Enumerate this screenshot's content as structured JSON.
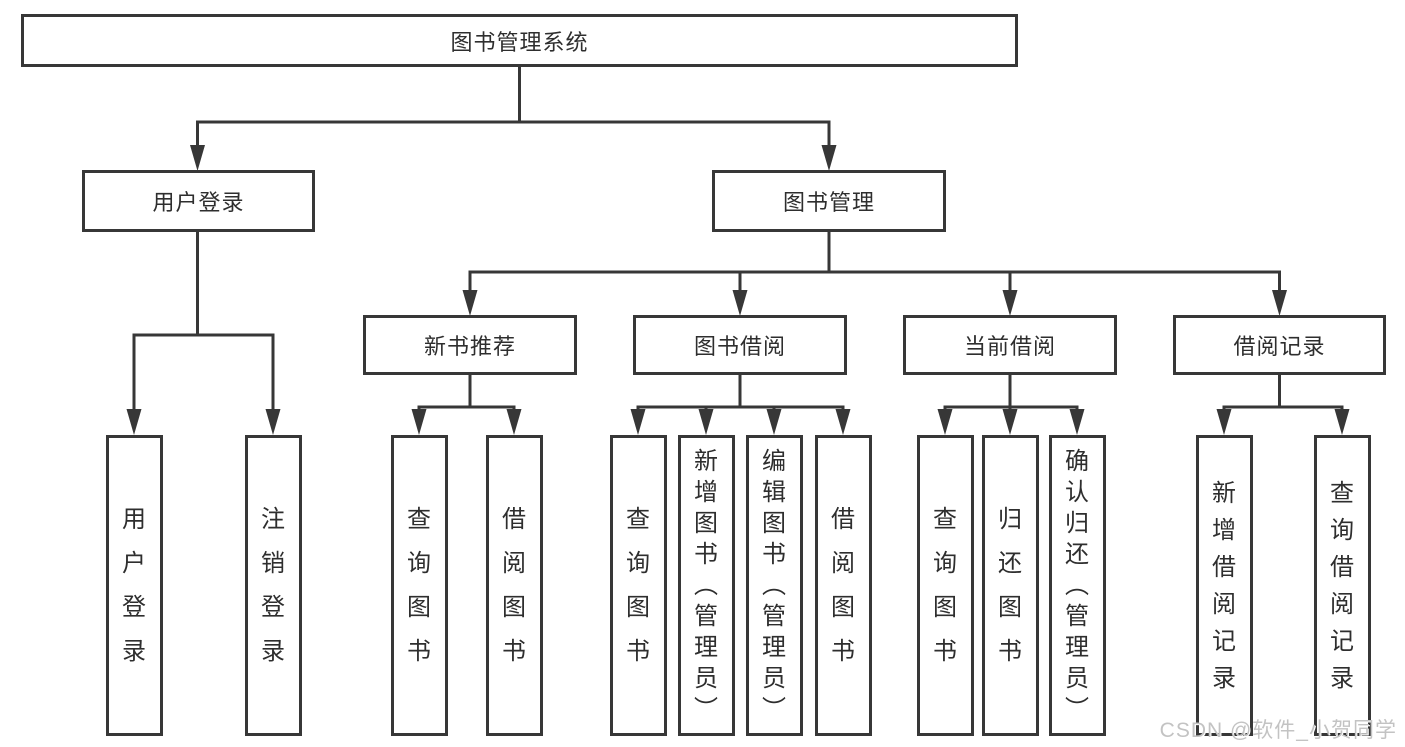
{
  "tree": {
    "root": {
      "label": "图书管理系统"
    },
    "children": [
      {
        "label": "用户登录",
        "children": [
          {
            "label": "用户登录"
          },
          {
            "label": "注销登录"
          }
        ]
      },
      {
        "label": "图书管理",
        "children": [
          {
            "label": "新书推荐",
            "children": [
              {
                "label": "查询图书"
              },
              {
                "label": "借阅图书"
              }
            ]
          },
          {
            "label": "图书借阅",
            "children": [
              {
                "label": "查询图书"
              },
              {
                "label": "新增图书（管理员）"
              },
              {
                "label": "编辑图书（管理员）"
              },
              {
                "label": "借阅图书"
              }
            ]
          },
          {
            "label": "当前借阅",
            "children": [
              {
                "label": "查询图书"
              },
              {
                "label": "归还图书"
              },
              {
                "label": "确认归还（管理员）"
              }
            ]
          },
          {
            "label": "借阅记录",
            "children": [
              {
                "label": "新增借阅记录"
              },
              {
                "label": "查询借阅记录"
              }
            ]
          }
        ]
      }
    ]
  },
  "watermark": "CSDN @软件_小贺同学",
  "colors": {
    "line": "#373737",
    "text": "#2e2e2e",
    "watermark": "#c3c3c3",
    "background": "#ffffff"
  }
}
